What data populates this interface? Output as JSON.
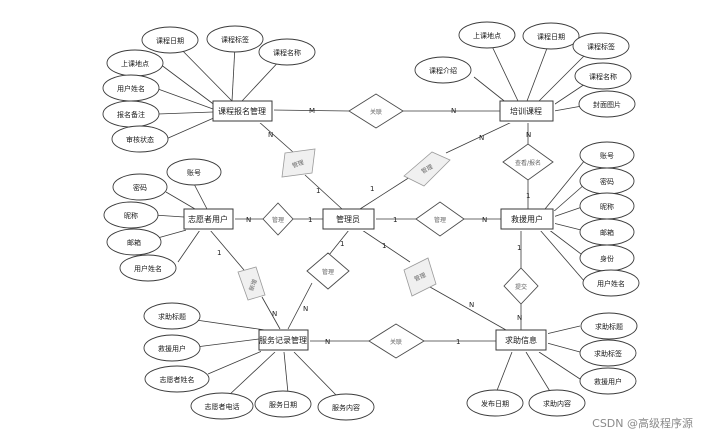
{
  "entities": {
    "course_signup": "课程报名管理",
    "training_course": "培训课程",
    "volunteer_user": "志愿者用户",
    "admin": "管理员",
    "aid_user": "救援用户",
    "service_record": "服务记录管理",
    "aid_info": "求助信息"
  },
  "relations": {
    "r_signup_course": "关联",
    "r_signup_admin": "管理",
    "r_admin_course": "管理",
    "r_course_aid": "查看/报名",
    "r_vol_admin": "管理",
    "r_admin_aid": "管理",
    "r_vol_record": "新增",
    "r_admin_record": "管理",
    "r_admin_info": "管理",
    "r_aid_info": "提交",
    "r_record_info": "关联"
  },
  "attributes": {
    "signup": [
      "课程日期",
      "课程标签",
      "课程名称",
      "上课地点",
      "用户姓名",
      "报名备注",
      "审核状态"
    ],
    "course": [
      "上课地点",
      "课程日期",
      "课程标签",
      "课程介绍",
      "课程名称",
      "封面图片"
    ],
    "volunteer": [
      "账号",
      "密码",
      "昵称",
      "邮箱",
      "用户姓名"
    ],
    "aid_user": [
      "账号",
      "密码",
      "昵称",
      "邮箱",
      "身份",
      "用户姓名"
    ],
    "record": [
      "求助标题",
      "救援用户",
      "志愿者姓名",
      "志愿者电话",
      "服务日期",
      "服务内容"
    ],
    "info": [
      "求助标题",
      "求助标签",
      "救援用户",
      "发布日期",
      "求助内容"
    ]
  },
  "cardinalities": {
    "signup_rel1": "M",
    "course_rel1": "N",
    "signup_rel2": "N",
    "admin_rel2": "1",
    "admin_rel3": "1",
    "course_rel3": "N",
    "course_rel4": "N",
    "aid_rel4": "1",
    "vol_rel5": "N",
    "admin_rel5": "1",
    "admin_rel6": "1",
    "aid_rel6": "N",
    "vol_rel7": "1",
    "record_rel7": "N",
    "admin_rel8": "1",
    "record_rel8": "N",
    "admin_rel9": "1",
    "info_rel9": "N",
    "aid_rel10": "1",
    "info_rel10": "N",
    "record_rel11": "N",
    "info_rel11": "1"
  },
  "watermark": "CSDN @高级程序源"
}
